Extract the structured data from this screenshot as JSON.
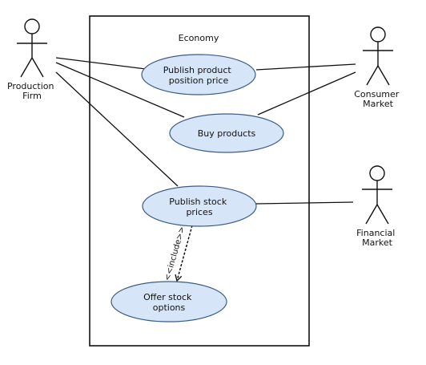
{
  "system": {
    "name": "Economy"
  },
  "actors": [
    {
      "id": "production",
      "lines": [
        "Production",
        "Firm"
      ]
    },
    {
      "id": "consumer",
      "lines": [
        "Consumer",
        "Market"
      ]
    },
    {
      "id": "financial",
      "lines": [
        "Financial",
        "Market"
      ]
    }
  ],
  "use_cases": [
    {
      "id": "publish-product-price",
      "lines": [
        "Publish product",
        "position price"
      ]
    },
    {
      "id": "buy-products",
      "lines": [
        "Buy products"
      ]
    },
    {
      "id": "publish-stock-prices",
      "lines": [
        "Publish stock",
        "prices"
      ]
    },
    {
      "id": "offer-stock-options",
      "lines": [
        "Offer stock",
        "options"
      ]
    }
  ],
  "relationships": [
    {
      "from": "production",
      "to": "publish-product-price",
      "type": "association"
    },
    {
      "from": "production",
      "to": "buy-products",
      "type": "association"
    },
    {
      "from": "production",
      "to": "publish-stock-prices",
      "type": "association"
    },
    {
      "from": "consumer",
      "to": "publish-product-price",
      "type": "association"
    },
    {
      "from": "consumer",
      "to": "buy-products",
      "type": "association"
    },
    {
      "from": "financial",
      "to": "publish-stock-prices",
      "type": "association"
    },
    {
      "from": "publish-stock-prices",
      "to": "offer-stock-options",
      "type": "include",
      "label": "<<include>>"
    }
  ],
  "include_label": "<<include>>"
}
